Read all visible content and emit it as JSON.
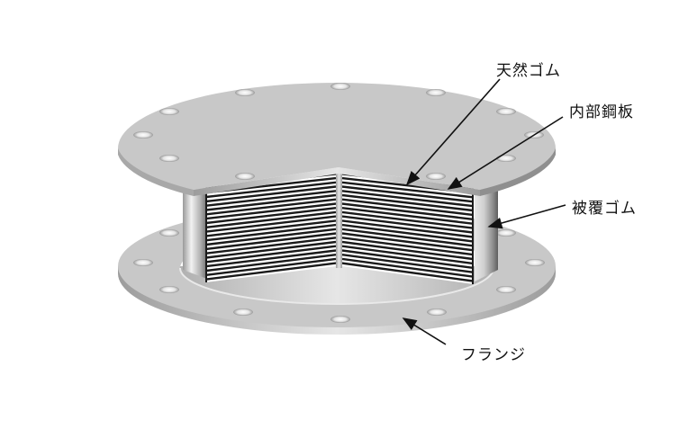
{
  "diagram": {
    "subject": "laminated rubber bearing cutaway",
    "labels": {
      "natural_rubber": "天然ゴム",
      "internal_steel_plate": "内部鋼板",
      "cover_rubber": "被覆ゴム",
      "flange": "フランジ"
    },
    "colors": {
      "plate_top": "#c8c8c8",
      "plate_edge": "#a8a8a8",
      "steel_layer": "#1a1a1a",
      "rubber_layer": "#ffffff",
      "arrow": "#111111",
      "background": "#ffffff"
    },
    "layer_count": 22,
    "bolt_holes_per_flange": 12
  }
}
